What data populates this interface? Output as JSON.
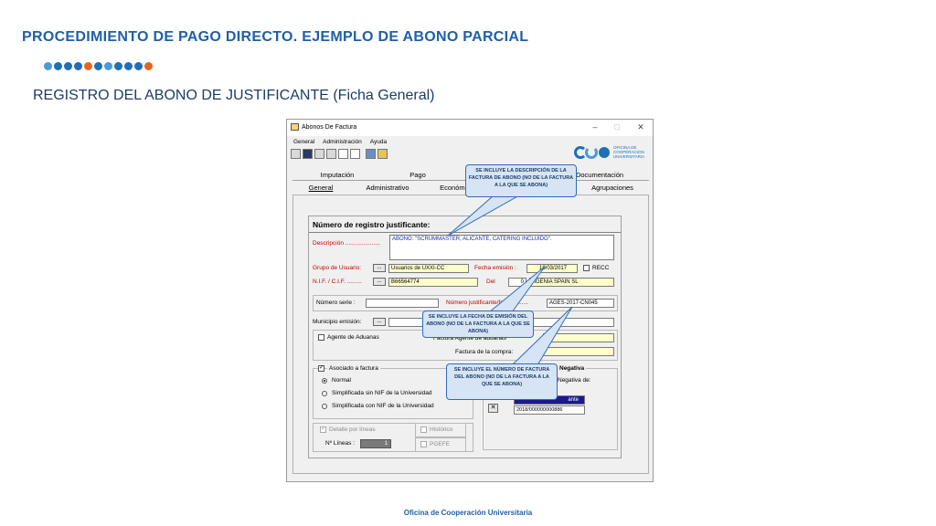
{
  "slide": {
    "title": "PROCEDIMIENTO DE PAGO DIRECTO. EJEMPLO DE ABONO PARCIAL",
    "subtitle": "REGISTRO DEL ABONO DE JUSTIFICANTE (Ficha General)",
    "footer": "Oficina de Cooperación Universitaria",
    "dot_colors": [
      "#4a9bd6",
      "#1f6fb5",
      "#1f6fb5",
      "#1f6fb5",
      "#e8641e",
      "#1f6fb5",
      "#4a9bd6",
      "#1f6fb5",
      "#1f6fb5",
      "#1f6fb5",
      "#e8641e"
    ]
  },
  "window": {
    "title": "Abonos De Factura",
    "controls": [
      "–",
      "□",
      "✕"
    ],
    "menu": [
      "General",
      "Administración",
      "Ayuda"
    ],
    "logo_text": "OFICINA DE COOPERACIÓN UNIVERSITARIA"
  },
  "tabs": {
    "back": [
      "Imputación",
      "Pago",
      "Documentación"
    ],
    "front": [
      "General",
      "Administrativo",
      "Económ...",
      "Agrupaciones"
    ],
    "active": "General"
  },
  "form": {
    "header": "Número de registro justificante:",
    "descripcion_label": "Descripción .....................",
    "descripcion_value": "ABONO: \"SCRUMMASTER, ALICANTE, CATERING INCLUIDO\".",
    "grupo_label": "Grupo de Usuario:",
    "grupo_value": "Usuarios de UXXI-CC",
    "fecha_label": "Fecha emisión :",
    "fecha_value": "19/03/2017",
    "recc_label": "RECC",
    "nif_label": "N.I.F. / C.I.F. .........",
    "nif_value": "B66564774",
    "del_label": "Del",
    "del_value": "0",
    "empresa_value": "AGENIA SPAIN SL",
    "serie_label": "Número serie :",
    "serie_value": "",
    "numero_label": "Número justificante/factura ......",
    "numero_value": "AGES-2017-CN045",
    "municipio_label": "Municipio emisión:",
    "agente_label": "Agente de Aduanas",
    "factura_agente_label": "Factura Agente de aduanas",
    "factura_compra_label": "Factura de la compra:",
    "asociado_label": "Asociado a factura",
    "radio_normal": "Normal",
    "radio_simpl_sin": "Simplificada sin NIF de la Universidad",
    "radio_simpl_con": "Simplificada con NIF de la Universidad",
    "negativa_title": "Negativa",
    "negativa_sub": "Negativa de:",
    "grid_header": "ante",
    "grid_value": "2018/000000000886",
    "detalle_label": "Detalle por líneas",
    "historico_label": "Histórico",
    "n_lineas_label": "Nº Líneas :",
    "n_lineas_value": "1",
    "pgefe_label": "PGEFE"
  },
  "callouts": {
    "descripcion": "SE INCLUYE LA DESCRIPCIÓN DE LA FACTURA DE ABONO (NO DE LA FACTURA A LA QUE SE ABONA)",
    "fecha": "SE INCLUYE LA FECHA DE EMISIÓN DEL ABONO (NO DE LA FACTURA A LA QUE SE ABONA)",
    "numero": "SE INCLUYE EL NÚMERO DE FACTURA DEL ABONO (NO DE LA FACTURA A LA QUE SE ABONA)"
  }
}
